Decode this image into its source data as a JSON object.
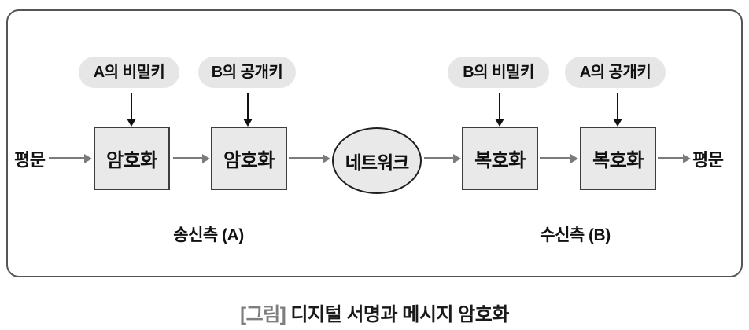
{
  "diagram": {
    "keys": [
      {
        "id": "a-private-key",
        "label": "A의 비밀키"
      },
      {
        "id": "b-public-key",
        "label": "B의 공개키"
      },
      {
        "id": "b-private-key",
        "label": "B의 비밀키"
      },
      {
        "id": "a-public-key",
        "label": "A의 공개키"
      }
    ],
    "plaintext_left": "평문",
    "plaintext_right": "평문",
    "nodes": [
      {
        "id": "encrypt-1",
        "shape": "rect",
        "label": "암호화"
      },
      {
        "id": "encrypt-2",
        "shape": "rect",
        "label": "암호화"
      },
      {
        "id": "network",
        "shape": "ellipse",
        "label": "네트워크"
      },
      {
        "id": "decrypt-1",
        "shape": "rect",
        "label": "복호화"
      },
      {
        "id": "decrypt-2",
        "shape": "rect",
        "label": "복호화"
      }
    ],
    "sender_label": "송신측 (A)",
    "receiver_label": "수신측 (B)"
  },
  "caption": {
    "prefix": "[그림]",
    "text": "디지털 서명과 메시지 암호화"
  },
  "colors": {
    "frame_border": "#555555",
    "node_fill": "#e9e9e9",
    "node_border": "#3d3d3d",
    "pill_fill": "#e6e6e6",
    "flow_arrow": "#7b7b7b",
    "key_arrow": "#111111",
    "caption_prefix": "#7e7e7e",
    "caption_text": "#1a1a1a"
  }
}
